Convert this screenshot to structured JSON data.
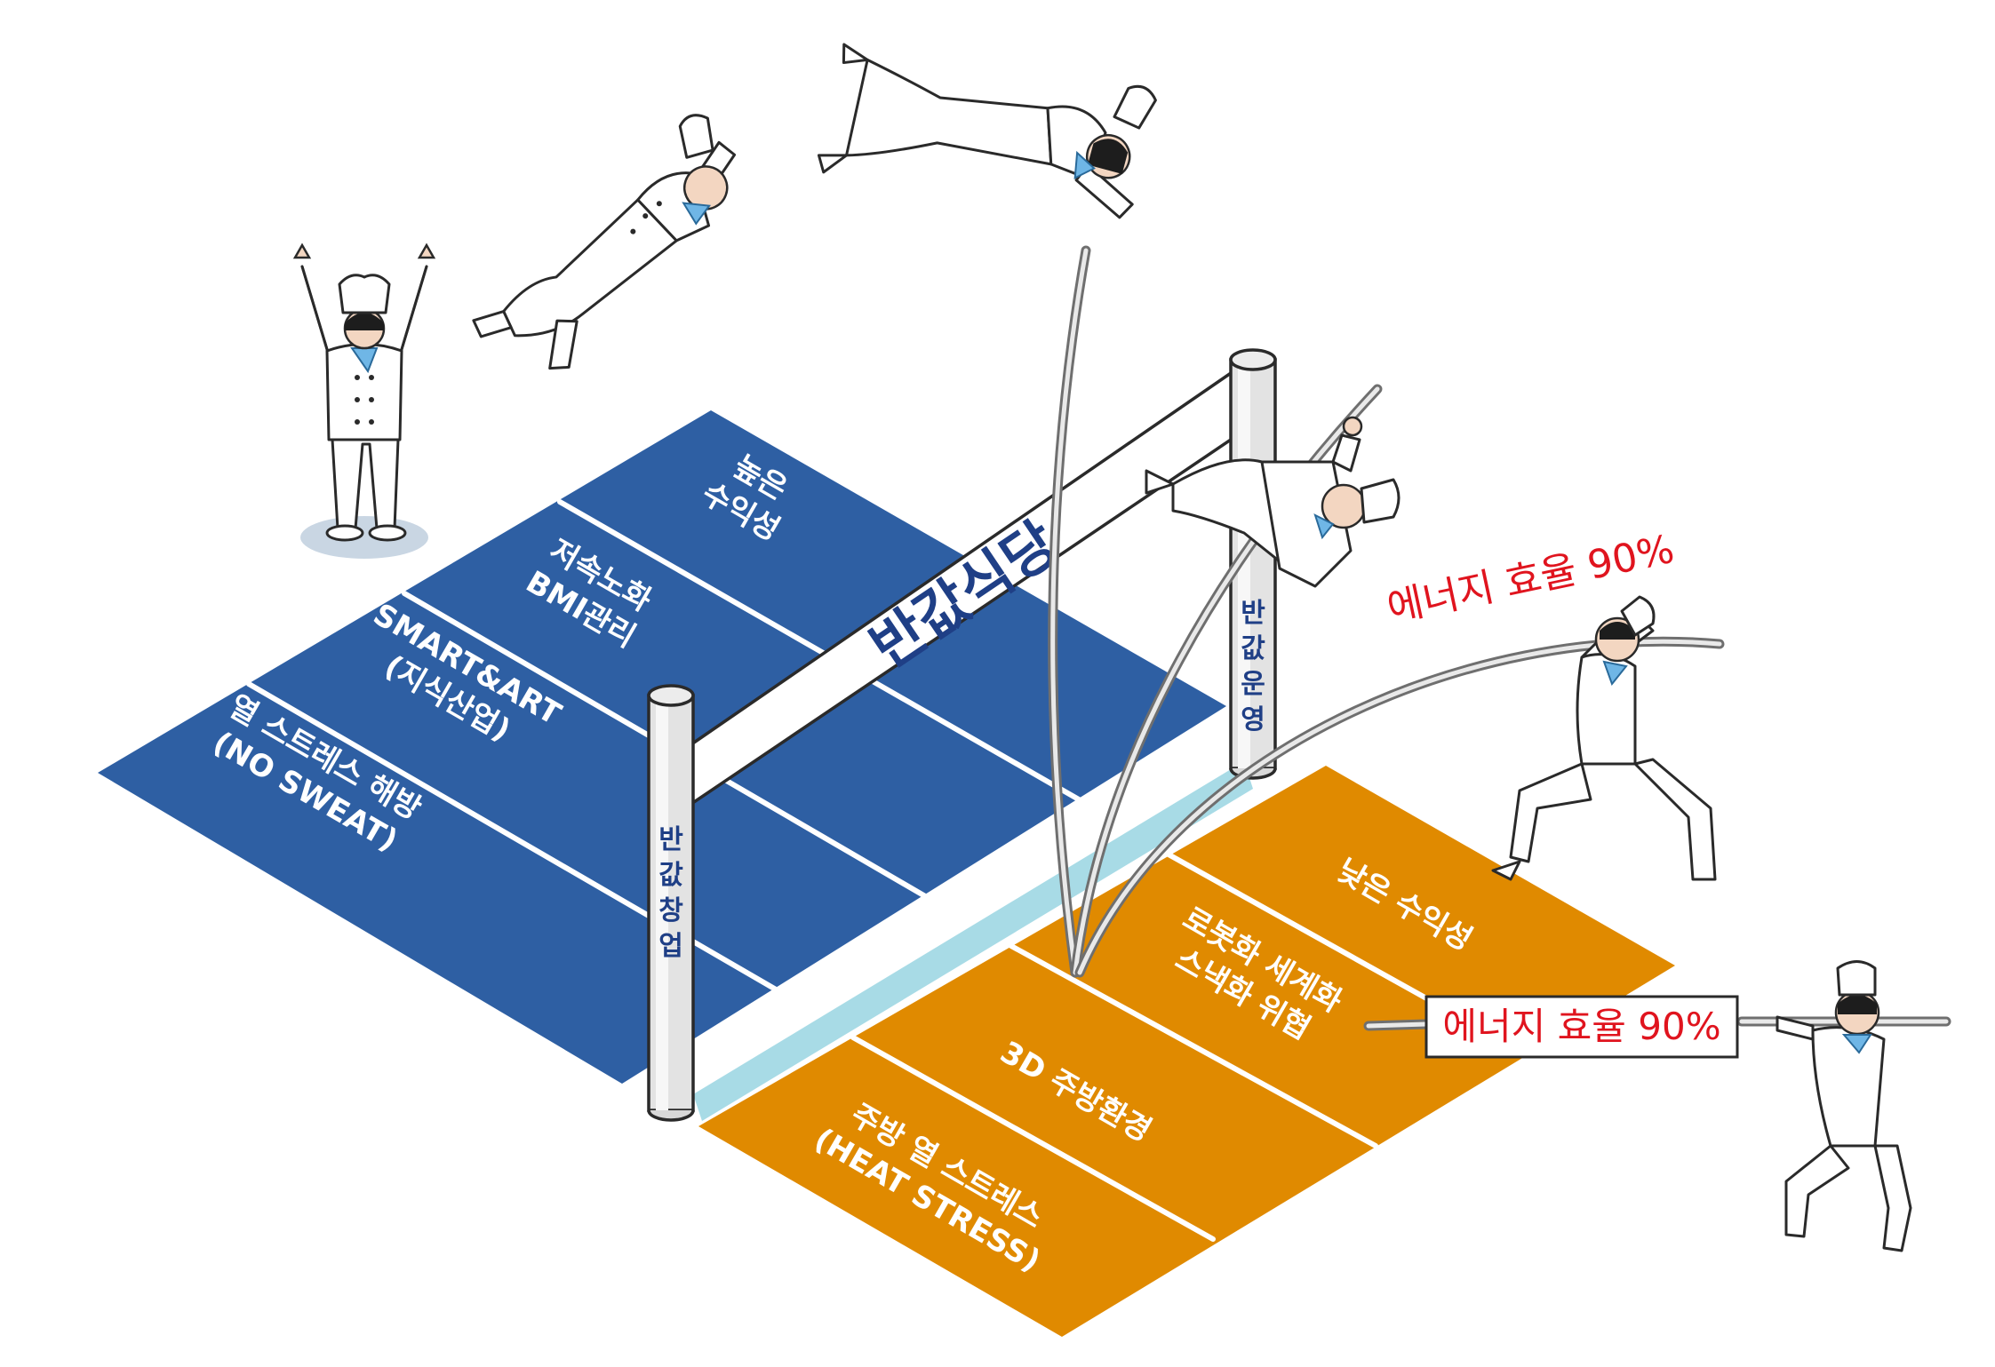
{
  "banner": {
    "title": "반값식당"
  },
  "posts": {
    "left": "반값창업",
    "right": "반값운영"
  },
  "blue_zones": [
    {
      "id": "high-profit",
      "lines": [
        "높은",
        "수익성"
      ]
    },
    {
      "id": "bmi",
      "lines": [
        "저속노화",
        "BMI관리"
      ]
    },
    {
      "id": "smart-art",
      "lines": [
        "SMART&ART",
        "(지식산업)"
      ]
    },
    {
      "id": "no-sweat",
      "lines": [
        "열 스트레스 해방",
        "(NO SWEAT)"
      ]
    }
  ],
  "orange_zones": [
    {
      "id": "low-profit",
      "lines": [
        "낮은 수익성"
      ]
    },
    {
      "id": "robot",
      "lines": [
        "로봇화 세계화",
        "스낵화 위협"
      ]
    },
    {
      "id": "3d-kitchen",
      "lines": [
        "3D 주방환경"
      ]
    },
    {
      "id": "heat-stress",
      "lines": [
        "주방 열 스트레스",
        "(HEAT STRESS)"
      ]
    }
  ],
  "labels": {
    "energy_top": "에너지 효율 90%",
    "energy_box": "에너지 효율 90%"
  },
  "colors": {
    "blue_court": "#2e5fa3",
    "orange_court": "#e08a00",
    "stripe": "#a8dbe6",
    "banner_text": "#1f3f86",
    "accent_red": "#e0141e"
  },
  "icons": [
    "chef-cheering-icon",
    "chef-diving-icon",
    "chef-flying-icon",
    "chef-pole-vault-icon",
    "chef-running-icon",
    "vaulting-pole-icon"
  ]
}
